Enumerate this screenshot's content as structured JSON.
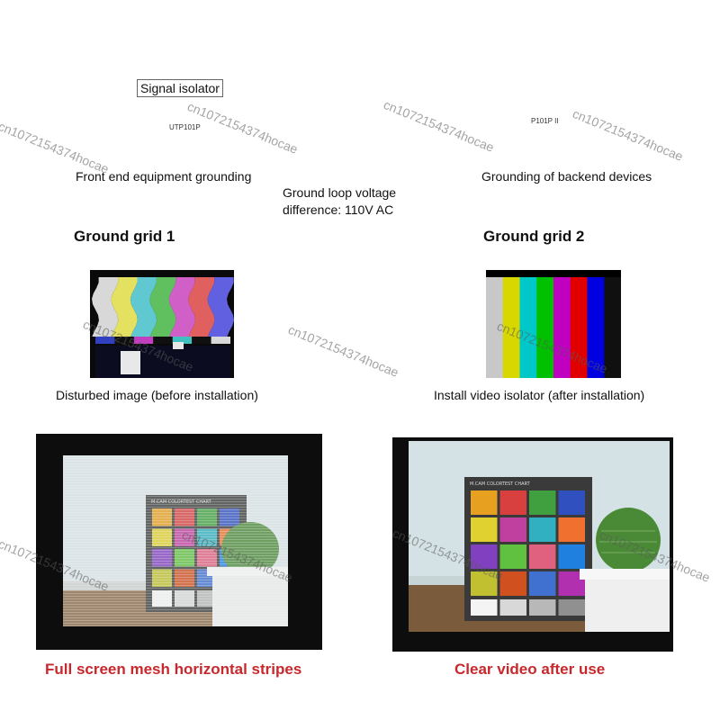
{
  "top": {
    "signal_isolator": "Signal isolator",
    "front_grounding": "Front end equipment grounding",
    "loop_voltage_line1": "Ground loop voltage",
    "loop_voltage_line2": "difference: 110V AC",
    "backend_grounding": "Grounding of backend devices",
    "grid1": "Ground grid 1",
    "grid2": "Ground grid 2",
    "cable_tag_left": "UTP101P",
    "cable_tag_right": "P101P II"
  },
  "middle": {
    "before_caption": "Disturbed image (before installation)",
    "after_caption": "Install video isolator (after installation)",
    "bars_after": [
      "#c8c8c8",
      "#d8d800",
      "#00c8c8",
      "#00c000",
      "#c000c0",
      "#e00000",
      "#0000e0",
      "#101010"
    ],
    "bars_before": [
      "#d8d8d8",
      "#e4e060",
      "#60c8d0",
      "#60c060",
      "#d060c8",
      "#e06060",
      "#6060e0",
      "#202020"
    ]
  },
  "bottom": {
    "left_caption": "Full screen mesh horizontal stripes",
    "right_caption": "Clear video after use",
    "caption_color": "#c8282d",
    "chart_colors": [
      "#e8a020",
      "#d84040",
      "#40a040",
      "#3050c0",
      "#e0d030",
      "#c040a0",
      "#30b0c0",
      "#f07030",
      "#8040c0",
      "#60c040",
      "#e06080",
      "#2080e0",
      "#c0c030",
      "#d05020",
      "#4070d0",
      "#b030b0"
    ],
    "chart_title": "M.CAM   COLORTEST CHART"
  },
  "watermark": "cn1072154374hocae"
}
